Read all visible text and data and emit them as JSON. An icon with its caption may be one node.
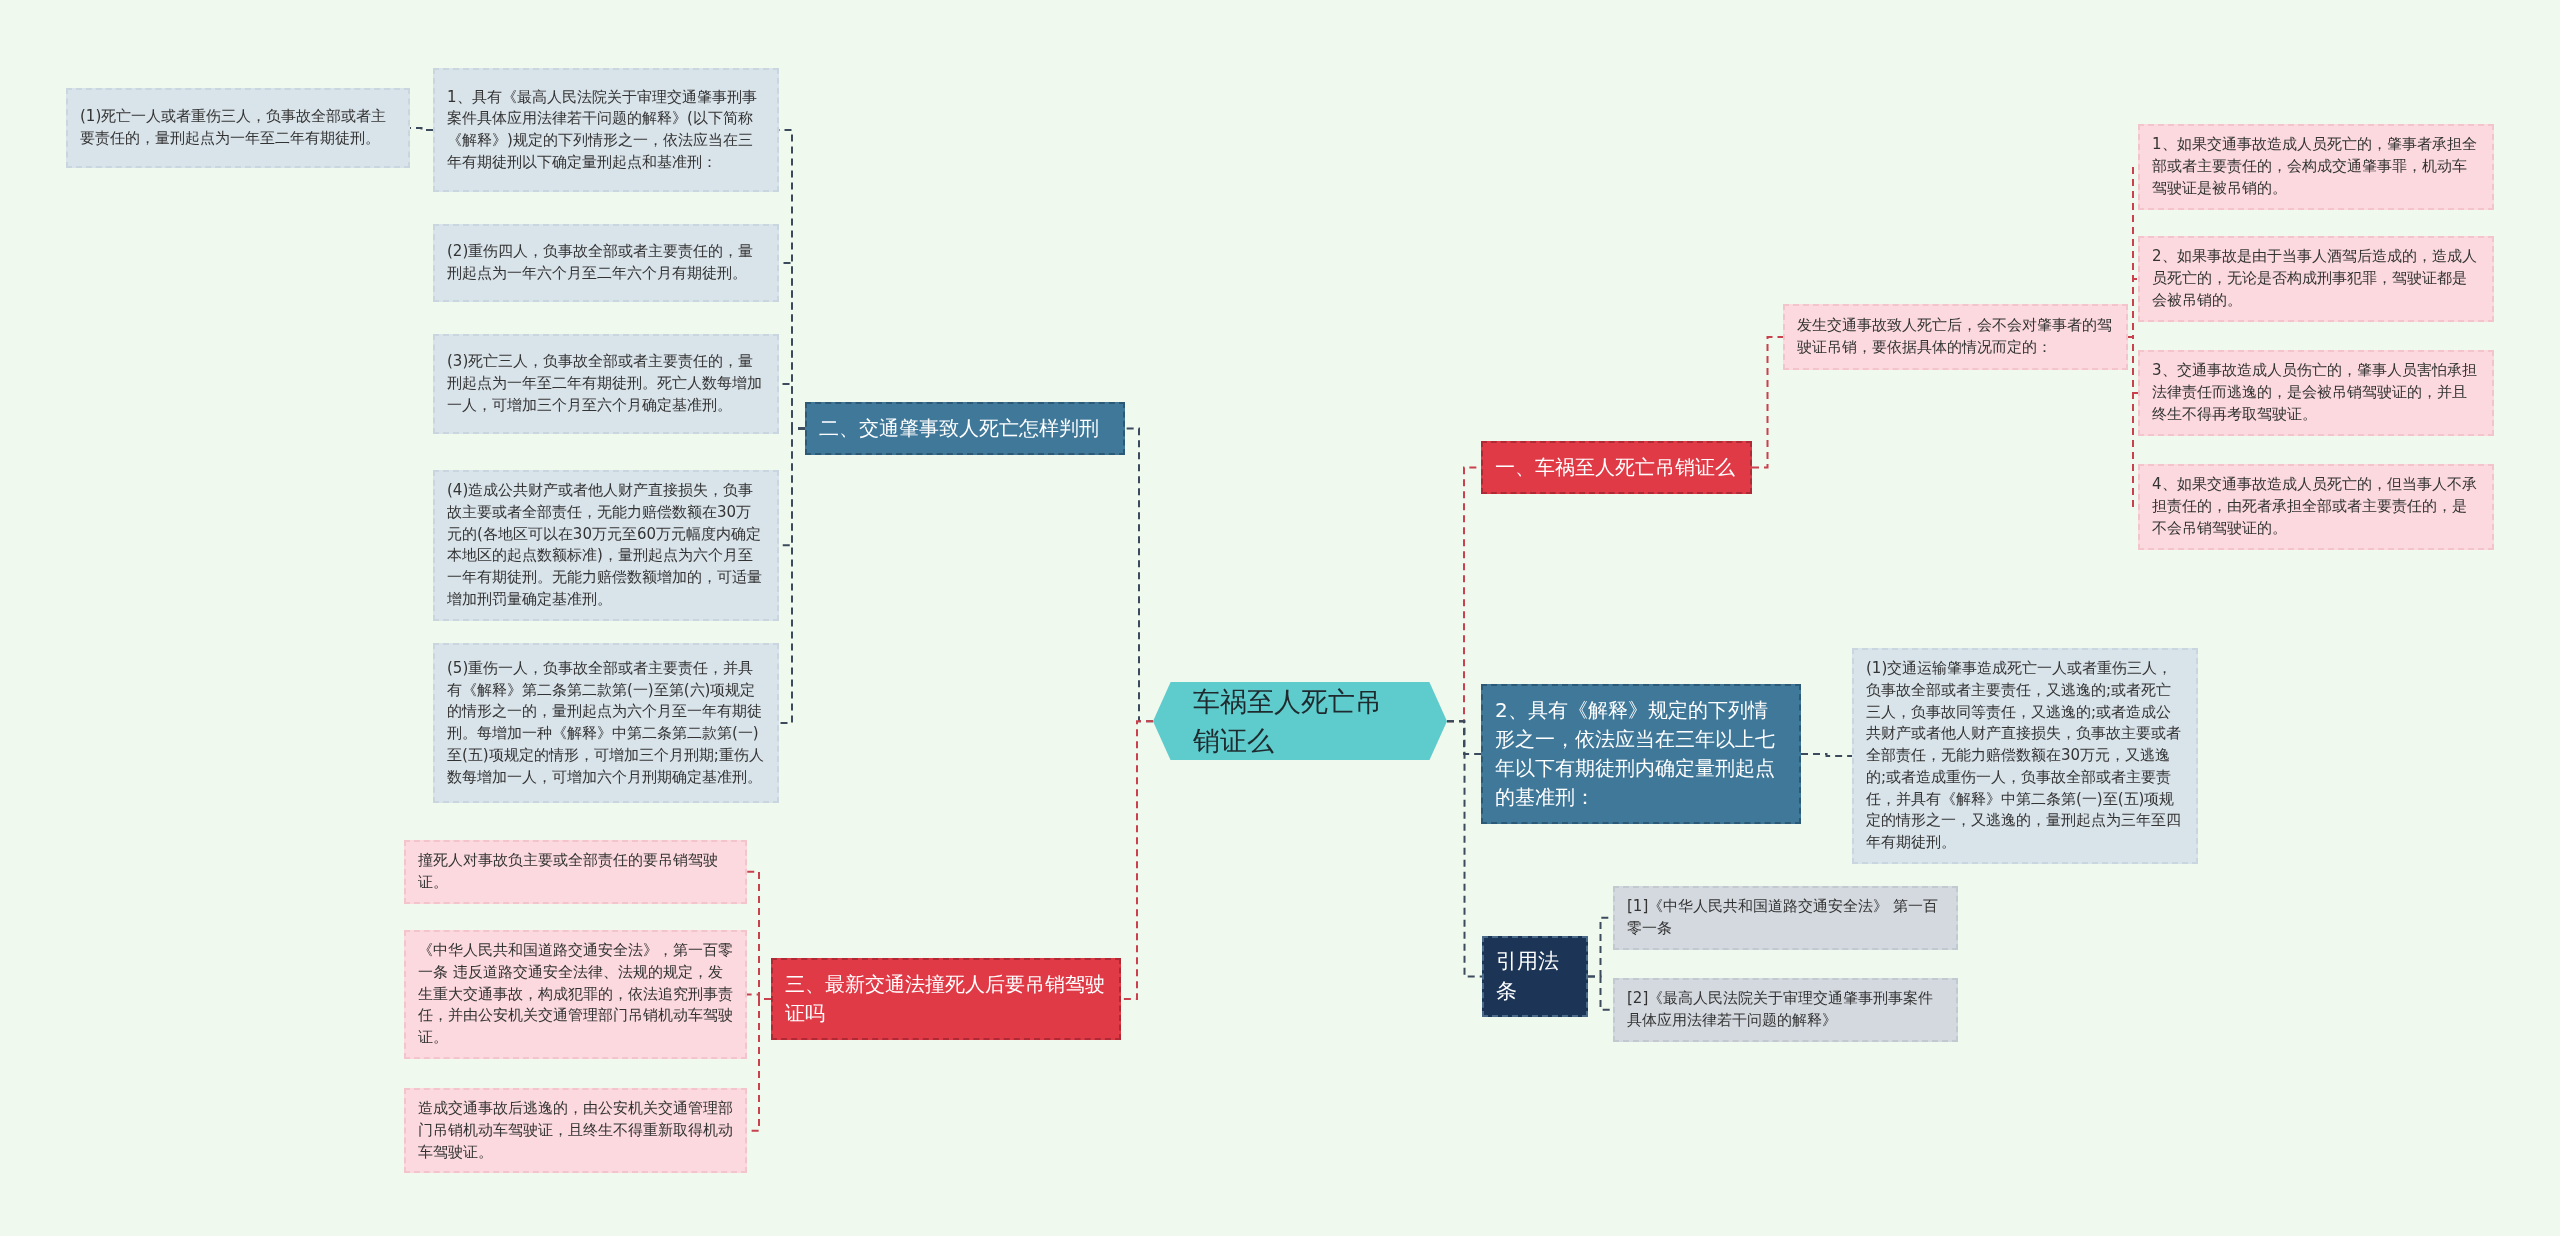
{
  "diagram": {
    "nodes": [
      {
        "text": [
          "车祸至人死亡吊销证么"
        ]
      },
      {
        "text": [
          "一、车祸至人死亡吊销证么"
        ]
      },
      {
        "text": [
          "发生交通事故致人死亡后，会不会对肇事者的驾驶证吊销，要依据具体的情况而定的："
        ]
      },
      {
        "text": [
          "1、如果交通事故造成人员死亡的，肇事者承担全部或者主要责任的，会构成交通肇事罪，机动车驾驶证是被吊销的。"
        ]
      },
      {
        "text": [
          "2、如果事故是由于当事人酒驾后造成的，造成人员死亡的，无论是否构成刑事犯罪，驾驶证都是会被吊销的。"
        ]
      },
      {
        "text": [
          "3、交通事故造成人员伤亡的，肇事人员害怕承担法律责任而逃逸的，是会被吊销驾驶证的，并且终生不得再考取驾驶证。"
        ]
      },
      {
        "text": [
          "4、如果交通事故造成人员死亡的，但当事人不承担责任的，由死者承担全部或者主要责任的，是不会吊销驾驶证的。"
        ]
      },
      {
        "text": [
          "2、具有《解释》规定的下列情形之一，依法应当在三年以上七年以下有期徒刑内确定量刑起点的基准刑："
        ]
      },
      {
        "text": [
          "(1)交通运输肇事造成死亡一人或者重伤三人，负事故全部或者主要责任，又逃逸的;或者死亡三人，负事故同等责任，又逃逸的;或者造成公共财产或者他人财产直接损失，负事故主要或者全部责任，无能力赔偿数额在30万元，又逃逸的;或者造成重伤一人，负事故全部或者主要责任，并具有《解释》中第二条第(一)至(五)项规定的情形之一，又逃逸的，量刑起点为三年至四年有期徒刑。"
        ]
      },
      {
        "text": [
          "引用法条"
        ]
      },
      {
        "text": [
          "[1]《中华人民共和国道路交通安全法》 第一百零一条"
        ]
      },
      {
        "text": [
          "[2]《最高人民法院关于审理交通肇事刑事案件具体应用法律若干问题的解释》"
        ]
      },
      {
        "text": [
          "二、交通肇事致人死亡怎样判刑"
        ]
      },
      {
        "text": [
          "1、具有《最高人民法院关于审理交通肇事刑事案件具体应用法律若干问题的解释》(以下简称《解释》)规定的下列情形之一，依法应当在三年有期徒刑以下确定量刑起点和基准刑："
        ]
      },
      {
        "text": [
          "(1)死亡一人或者重伤三人，负事故全部或者主要责任的，量刑起点为一年至二年有期徒刑。"
        ]
      },
      {
        "text": [
          "(2)重伤四人，负事故全部或者主要责任的，量刑起点为一年六个月至二年六个月有期徒刑。"
        ]
      },
      {
        "text": [
          "(3)死亡三人，负事故全部或者主要责任的，量刑起点为一年至二年有期徒刑。死亡人数每增加一人，可增加三个月至六个月确定基准刑。"
        ]
      },
      {
        "text": [
          "(4)造成公共财产或者他人财产直接损失，负事故主要或者全部责任，无能力赔偿数额在30万元的(各地区可以在30万元至60万元幅度内确定本地区的起点数额标准)，量刑起点为六个月至一年有期徒刑。无能力赔偿数额增加的，可适量增加刑罚量确定基准刑。"
        ]
      },
      {
        "text": [
          "(5)重伤一人，负事故全部或者主要责任，并具有《解释》第二条第二款第(一)至第(六)项规定的情形之一的，量刑起点为六个月至一年有期徒刑。每增加一种《解释》中第二条第二款第(一)至(五)项规定的情形，可增加三个月刑期;重伤人数每增加一人，可增加六个月刑期确定基准刑。"
        ]
      },
      {
        "text": [
          "三、最新交通法撞死人后要吊销驾驶证吗"
        ]
      },
      {
        "text": [
          "撞死人对事故负主要或全部责任的要吊销驾驶证。"
        ]
      },
      {
        "text": [
          "《中华人民共和国道路交通安全法》，第一百零一条 违反道路交通安全法律、法规的规定，发生重大交通事故，构成犯罪的，依法追究刑事责任，并由公安机关交通管理部门吊销机动车驾驶证。"
        ]
      },
      {
        "text": [
          "造成交通事故后逃逸的，由公安机关交通管理部门吊销机动车驾驶证，且终生不得重新取得机动车驾驶证。"
        ]
      }
    ],
    "edges": [
      {
        "from": 0,
        "to": 1,
        "arrow": "none",
        "style": "dashed",
        "color": "#c8414d"
      },
      {
        "from": 1,
        "to": 2,
        "arrow": "none",
        "style": "dashed",
        "color": "#c8414d"
      },
      {
        "from": 2,
        "to": 3,
        "arrow": "none",
        "style": "dashed",
        "color": "#c8414d"
      },
      {
        "from": 2,
        "to": 4,
        "arrow": "none",
        "style": "dashed",
        "color": "#c8414d"
      },
      {
        "from": 2,
        "to": 5,
        "arrow": "none",
        "style": "dashed",
        "color": "#c8414d"
      },
      {
        "from": 2,
        "to": 6,
        "arrow": "none",
        "style": "dashed",
        "color": "#c8414d"
      },
      {
        "from": 0,
        "to": 7,
        "arrow": "none",
        "style": "dashed"
      },
      {
        "from": 7,
        "to": 8,
        "arrow": "none",
        "style": "dashed"
      },
      {
        "from": 0,
        "to": 9,
        "arrow": "none",
        "style": "dashed"
      },
      {
        "from": 9,
        "to": 10,
        "arrow": "none",
        "style": "dashed"
      },
      {
        "from": 9,
        "to": 11,
        "arrow": "none",
        "style": "dashed"
      },
      {
        "from": 0,
        "to": 12,
        "arrow": "none",
        "style": "dashed"
      },
      {
        "from": 12,
        "to": 13,
        "arrow": "none",
        "style": "dashed"
      },
      {
        "from": 13,
        "to": 14,
        "arrow": "none",
        "style": "dashed"
      },
      {
        "from": 12,
        "to": 15,
        "arrow": "none",
        "style": "dashed"
      },
      {
        "from": 12,
        "to": 16,
        "arrow": "none",
        "style": "dashed"
      },
      {
        "from": 12,
        "to": 17,
        "arrow": "none",
        "style": "dashed"
      },
      {
        "from": 12,
        "to": 18,
        "arrow": "none",
        "style": "dashed"
      },
      {
        "from": 0,
        "to": 19,
        "arrow": "none",
        "style": "dashed",
        "color": "#c8414d"
      },
      {
        "from": 19,
        "to": 20,
        "arrow": "none",
        "style": "dashed",
        "color": "#c8414d"
      },
      {
        "from": 19,
        "to": 21,
        "arrow": "none",
        "style": "dashed",
        "color": "#c8414d"
      },
      {
        "from": 19,
        "to": 22,
        "arrow": "none",
        "style": "dashed",
        "color": "#c8414d"
      }
    ]
  }
}
